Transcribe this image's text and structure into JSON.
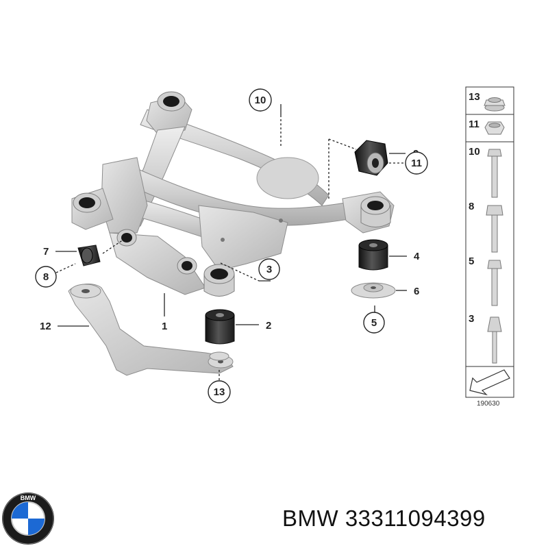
{
  "diagram": {
    "callouts": {
      "c1": "1",
      "c2": "2",
      "c3": "3",
      "c4": "4",
      "c5": "5",
      "c6": "6",
      "c7": "7",
      "c8": "8",
      "c9": "9",
      "c10": "10",
      "c11": "11",
      "c12": "12",
      "c13": "13"
    },
    "side_panel": {
      "labels": [
        "13",
        "11",
        "10",
        "8",
        "5",
        "3"
      ],
      "drawing_number": "190630"
    }
  },
  "footer": {
    "brand": "BMW",
    "part_number": "33311094399"
  },
  "colors": {
    "bmw_blue": "#1c69d4",
    "metal": "#c9c9c9",
    "rubber": "#222222"
  },
  "icons": {
    "logo": "bmw-roundel-logo"
  }
}
